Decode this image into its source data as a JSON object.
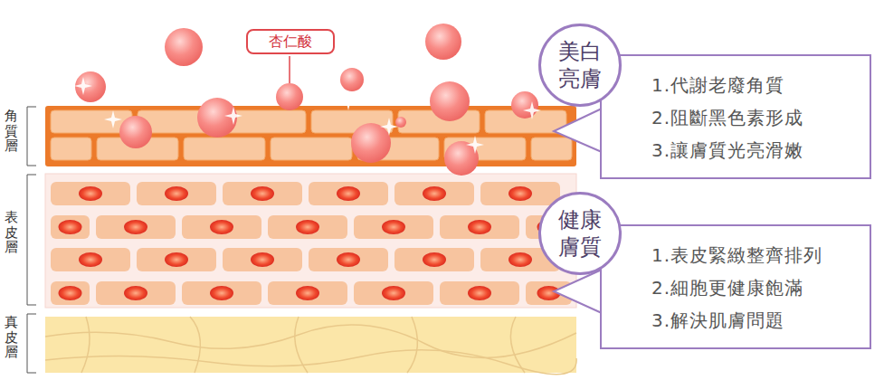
{
  "diagram": {
    "nodes": [
      {
        "text": [
          "杏仁酸"
        ]
      },
      {
        "text": [
          "美白亮膚"
        ]
      },
      {
        "text": [
          "1.代謝老廢角質",
          "2.阻斷黑色素形成",
          "3.讓膚質光亮滑嫩"
        ]
      },
      {
        "text": [
          "健康膚質"
        ]
      },
      {
        "text": [
          "1.表皮緊緻整齊排列",
          "2.細胞更健康飽滿",
          "3.解決肌膚問題"
        ]
      }
    ],
    "labels": [
      "角質層",
      "表皮層",
      "真皮層"
    ]
  }
}
